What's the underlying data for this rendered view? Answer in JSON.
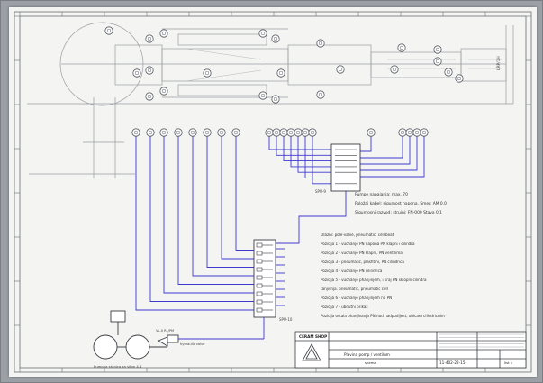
{
  "drawing": {
    "side_label": "LRP/1H",
    "panel_label": "SPU-9",
    "block_label": "SPU-10",
    "notes_top": [
      "Pumpe napajanja: max. 70",
      "Položaj kabel: sigurnost napona, Smer: AM 0.0",
      "Sigurnosni razvod: strujni: FN-000 Stava 0.1"
    ],
    "notes_legend": [
      "Izlazni: pole-valve, pneumatic, cell beat",
      "Pozicija 1 - vuchanje PN napona PN klapni i cilindra",
      "Pozicija 2 - vuchanje PN klapni, PN ventilima",
      "Pozicija 3 - pneumatic, plashtini, PN cilindrica",
      "Pozicija 4 - vuchanje PN cilindrica",
      "Pozicija 5 - vuchanje phanjinjem, i kraj PN sklopni cilindra",
      "             tanjivnja. pneumatic, pneumatic cell",
      "Pozicija 6 - vuchanje phanjinjem na PN",
      "Pozicija 7 - ubdutni prikaz",
      "Pozicija ostala phanjivanja PN nud nadpodijekt, obicam cilindricnim"
    ],
    "pump_caption": "Pumpna stanica za sifon 4.4",
    "valve_caption": "VL-0 RL/PM",
    "valve_caption2": "hydraulic valve",
    "title_block": {
      "company": "CERAM SHOP",
      "title": "Plavina pomp / ventilum",
      "subtitle": "shema",
      "drawing_no": "11-402-22-15",
      "sheet": "list 1"
    }
  },
  "colors": {
    "page": "#f4f4f2",
    "frame": "#9aa0a6",
    "line": "#3e3ad2",
    "outline": "#555860",
    "bubble_fill": "#ffffff"
  }
}
